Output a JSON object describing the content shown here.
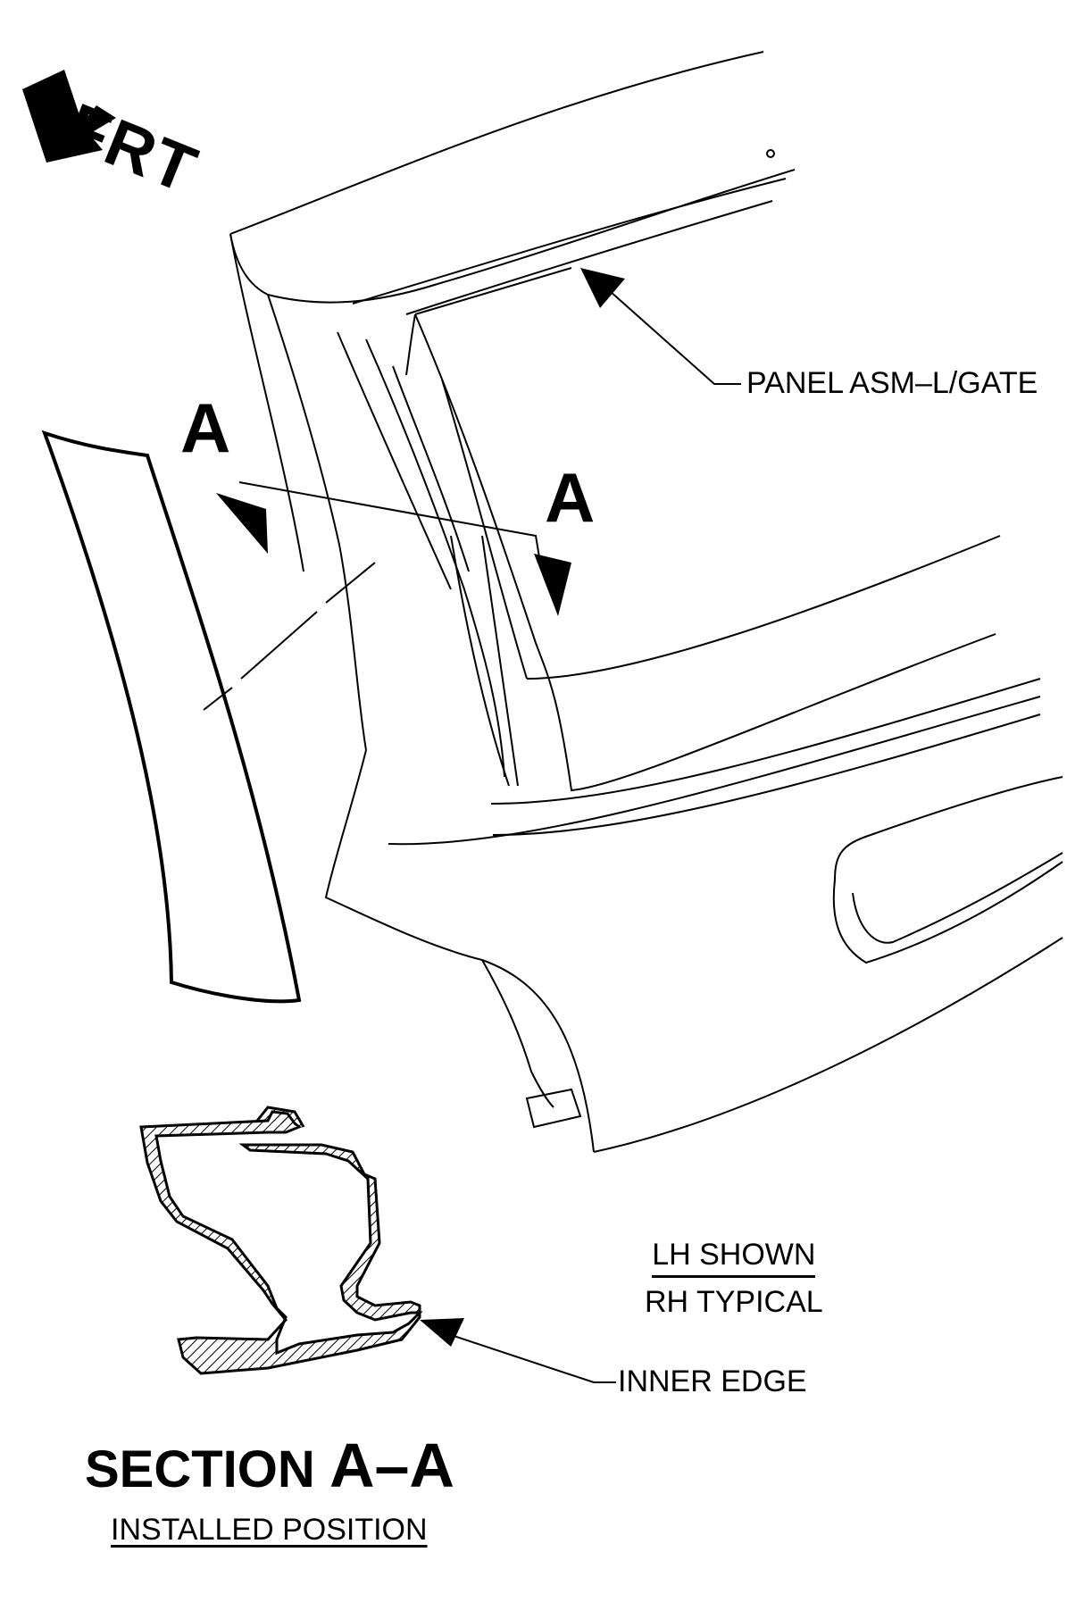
{
  "diagram": {
    "direction_label": "FRT",
    "section_marker_left": "A",
    "section_marker_right": "A",
    "callouts": {
      "panel": "PANEL ASM–L/GATE",
      "inner_edge": "INNER EDGE"
    },
    "note": {
      "line1": "LH SHOWN",
      "line2": "RH TYPICAL"
    },
    "section_title": {
      "prefix": "SECTION",
      "id": "A–A"
    },
    "subtitle": "INSTALLED POSITION"
  }
}
